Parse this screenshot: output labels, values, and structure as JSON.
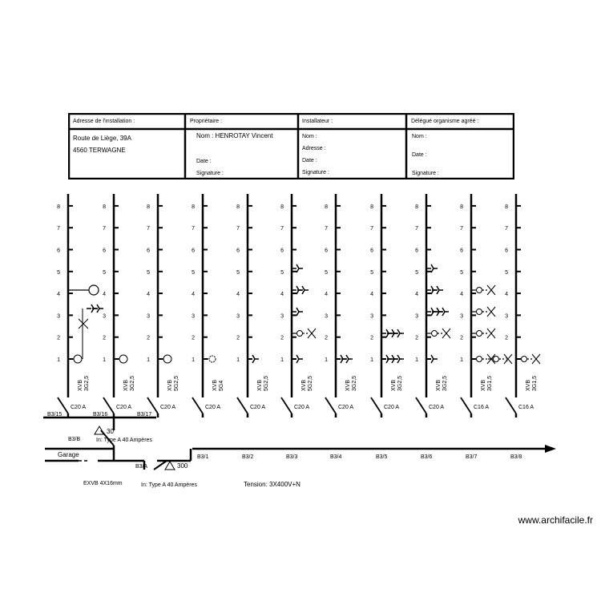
{
  "header": {
    "install_title": "Adresse de l'installation :",
    "install_line1": "Route de Liège, 39A",
    "install_line2": "4560 TERWAGNE",
    "owner_title": "Propriétaire :",
    "owner_name": "Nom : HENROTAY Vincent",
    "owner_date": "Date :",
    "owner_signature": "Signature :",
    "installer_title": "Installateur :",
    "installer_name": "Nom :",
    "installer_address": "Adresse :",
    "installer_date": "Date :",
    "installer_signature": "Signature :",
    "agency_title": "Délégué organisme agréé :",
    "agency_name": "Nom :",
    "agency_date": "Date :",
    "agency_signature": "Signature :"
  },
  "levels": [
    "1",
    "2",
    "3",
    "4",
    "5",
    "6",
    "7",
    "8"
  ],
  "circuits": [
    {
      "cable": "XVB",
      "section": "3G2,5",
      "breaker": "C20 A",
      "id": "B3/15"
    },
    {
      "cable": "XVB",
      "section": "3G2,5",
      "breaker": "C20 A",
      "id": "B3/16"
    },
    {
      "cable": "XVB",
      "section": "5G2,5",
      "breaker": "C20 A",
      "id": "B3/17"
    },
    {
      "cable": "XVB",
      "section": "5G4",
      "breaker": "C20 A",
      "id": "B3/1"
    },
    {
      "cable": "XVB",
      "section": "5G2,5",
      "breaker": "C20 A",
      "id": "B3/2"
    },
    {
      "cable": "XVB",
      "section": "5G2,5",
      "breaker": "C20 A",
      "id": "B3/3"
    },
    {
      "cable": "XVB",
      "section": "3G2,5",
      "breaker": "C20 A",
      "id": "B3/4"
    },
    {
      "cable": "XVB",
      "section": "3G2,5",
      "breaker": "C20 A",
      "id": "B3/5"
    },
    {
      "cable": "XVB",
      "section": "3G2,5",
      "breaker": "C20 A",
      "id": "B3/6"
    },
    {
      "cable": "XVB",
      "section": "3G1,5",
      "breaker": "C16 A",
      "id": "B3/7"
    },
    {
      "cable": "XVB",
      "section": "3G1,5",
      "breaker": "C16 A",
      "id": "B3/8"
    }
  ],
  "diff1": {
    "value": "30",
    "label": "In: Type A 40 Ampères",
    "id": "B3/B"
  },
  "diff2": {
    "value": "300",
    "label": "In: Type A 40 Ampères",
    "id": "B3/A"
  },
  "garage": "Garage",
  "feed": "EXVB 4X16mm",
  "tension": "Tension: 3X400V+N",
  "watermark": "www.archifacile.fr"
}
